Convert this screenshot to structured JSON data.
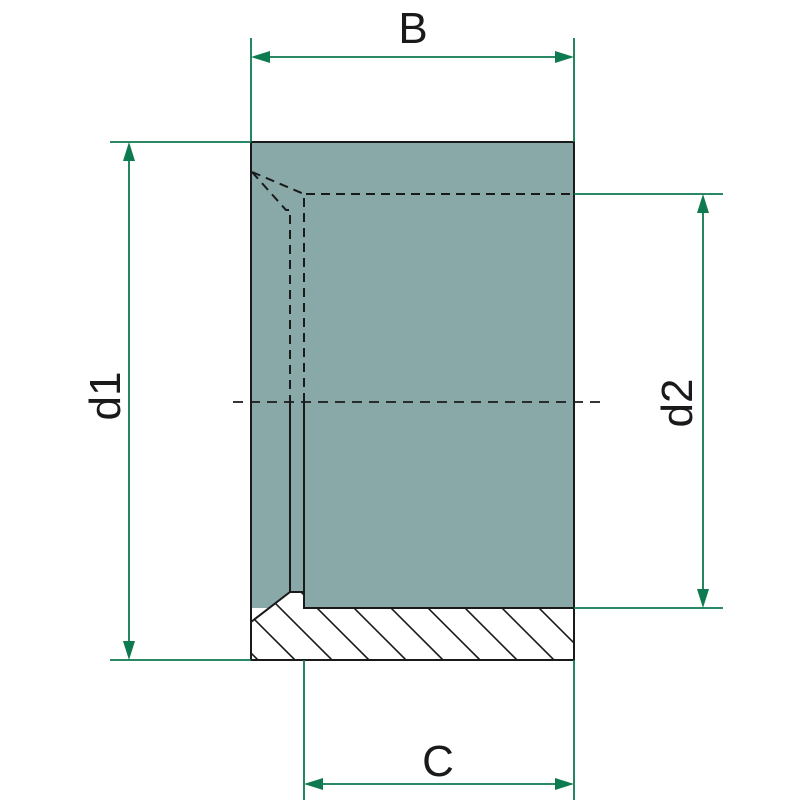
{
  "labels": {
    "width_B": "B",
    "width_C": "C",
    "diameter_d1": "d1",
    "diameter_d2": "d2"
  },
  "colors": {
    "body_fill": "#88a9a8",
    "section_fill": "#ffffff",
    "outline": "#1a1a1a",
    "dimension": "#0d7a4f",
    "hidden_line": "#1a1a1a"
  }
}
